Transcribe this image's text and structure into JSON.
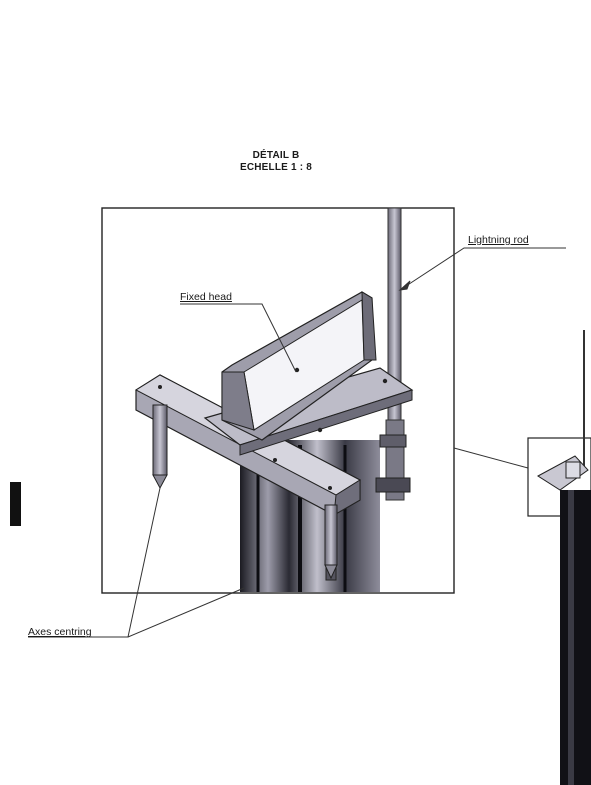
{
  "view": {
    "title_line1": "DÉTAIL B",
    "title_line2": "ECHELLE 1 : 8"
  },
  "callouts": {
    "lightning_rod": "Lightning rod",
    "fixed_head": "Fixed head",
    "axes_centring": "Axes centring"
  }
}
